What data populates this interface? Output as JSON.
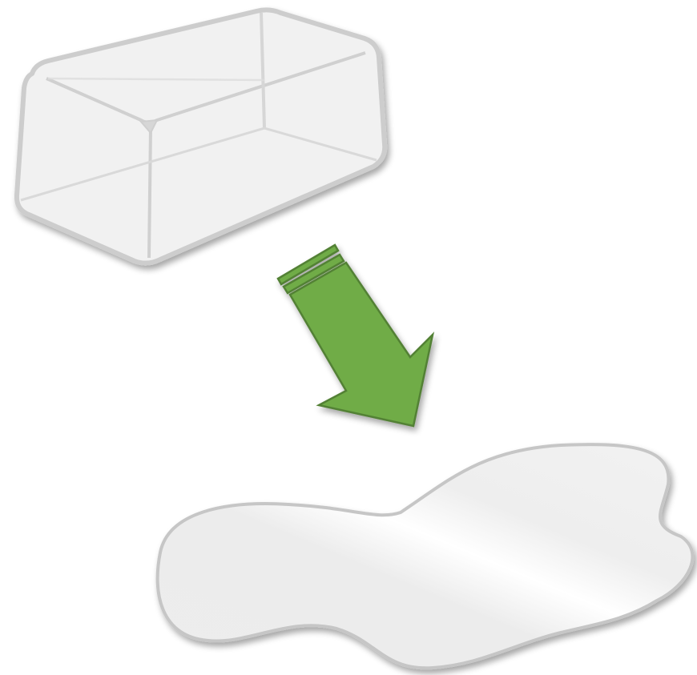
{
  "diagram": {
    "elements": [
      {
        "id": "ice-block",
        "icon": "ice-cube-icon"
      },
      {
        "id": "transition-arrow",
        "icon": "down-right-arrow-icon"
      },
      {
        "id": "water-puddle",
        "icon": "puddle-icon"
      }
    ],
    "colors": {
      "ice_fill": "#f1f1f1",
      "ice_outline": "#cfcfcf",
      "arrow_fill": "#6fac46",
      "arrow_outline": "#538135",
      "puddle_fill": "#f0f0f0",
      "puddle_outline": "#c6c6c6",
      "background": "#ffffff"
    }
  }
}
